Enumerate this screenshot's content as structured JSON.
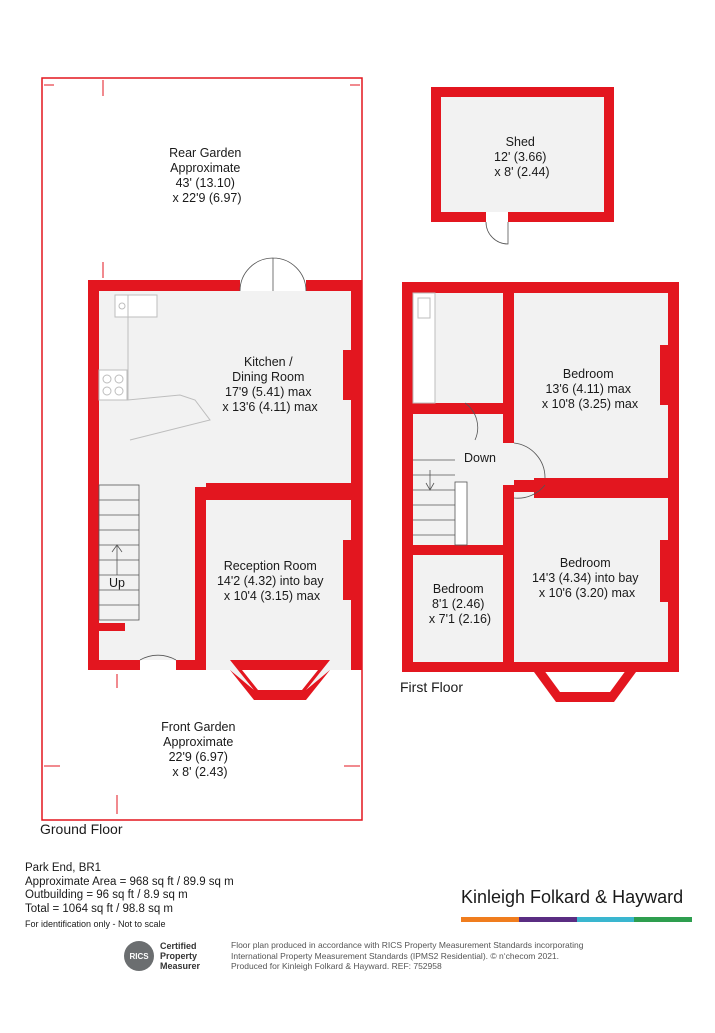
{
  "floors": {
    "ground": "Ground Floor",
    "first": "First Floor"
  },
  "rooms": {
    "rear_garden": [
      "Rear Garden",
      "Approximate",
      "43' (13.10)",
      "x 22'9 (6.97)"
    ],
    "shed": [
      "Shed",
      "12' (3.66)",
      "x 8' (2.44)"
    ],
    "kitchen": [
      "Kitchen /",
      "Dining Room",
      "17'9 (5.41) max",
      "x 13'6 (4.11) max"
    ],
    "reception": [
      "Reception Room",
      "14'2 (4.32) into bay",
      "x 10'4 (3.15) max"
    ],
    "front_garden": [
      "Front Garden",
      "Approximate",
      "22'9 (6.97)",
      "x 8' (2.43)"
    ],
    "bedroom_rear": [
      "Bedroom",
      "13'6 (4.11) max",
      "x 10'8 (3.25) max"
    ],
    "bedroom_front": [
      "Bedroom",
      "14'3 (4.34) into bay",
      "x 10'6 (3.20) max"
    ],
    "bedroom_small": [
      "Bedroom",
      "8'1 (2.46)",
      "x 7'1 (2.16)"
    ],
    "stairs_up": "Up",
    "stairs_down": "Down"
  },
  "summary": {
    "address": "Park End, BR1",
    "approx_area": "Approximate Area = 968 sq ft / 89.9 sq m",
    "outbuilding": "Outbuilding = 96 sq ft / 8.9 sq m",
    "total": "Total = 1064 sq ft / 98.8 sq m",
    "note": "For identification only - Not to scale"
  },
  "brand": {
    "name": "Kinleigh Folkard & Hayward",
    "bar_colors": [
      "#f07d1e",
      "#5a2d82",
      "#3ab6cf",
      "#2e9e4f"
    ]
  },
  "rics": {
    "logo": "RICS",
    "line1": "Certified",
    "line2": "Property",
    "line3": "Measurer"
  },
  "footer": {
    "line1": "Floor plan produced in accordance with RICS Property Measurement Standards incorporating",
    "line2": "International Property Measurement Standards (IPMS2 Residential). © n‘checom 2021.",
    "line3": "Produced for Kinleigh Folkard & Hayward.   REF: 752958"
  },
  "colors": {
    "wall": "#e3161f",
    "floor": "#f2f2f2",
    "fixture": "#bdbdbd"
  }
}
